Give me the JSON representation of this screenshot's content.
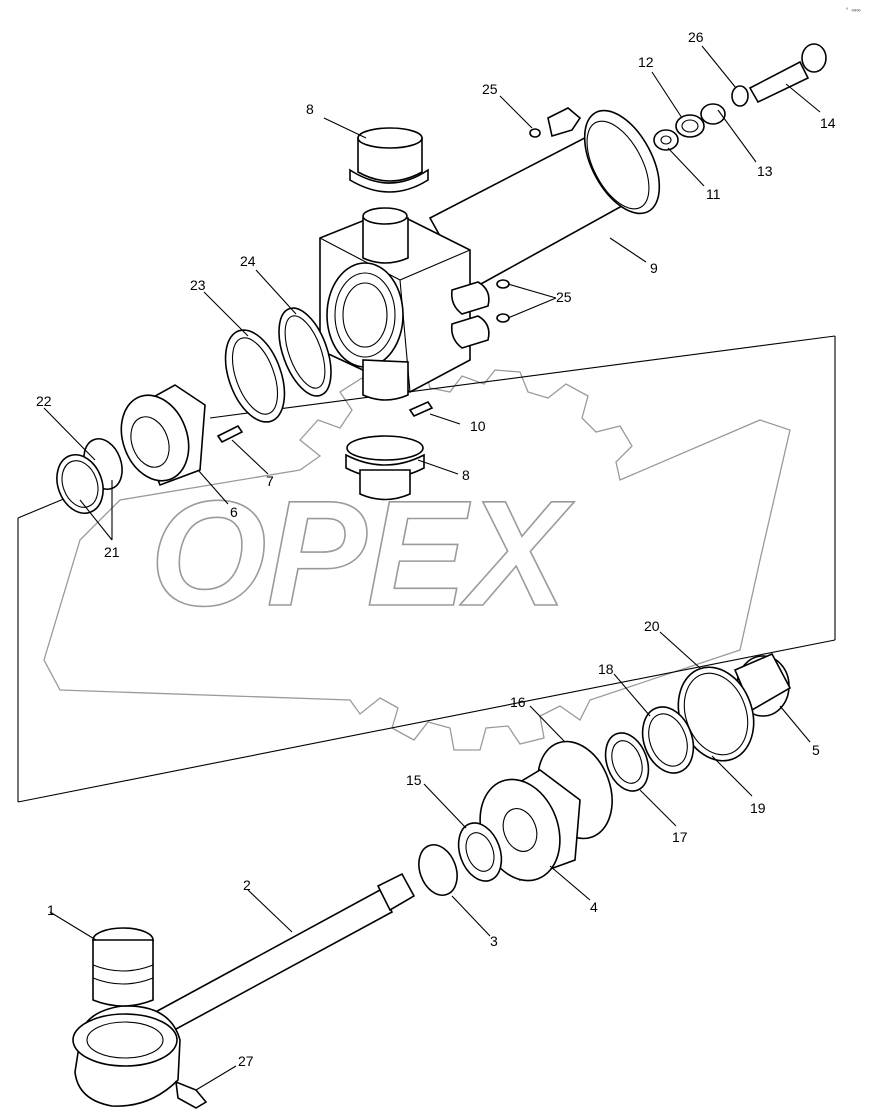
{
  "watermark": {
    "text": "OPEX"
  },
  "corner_mark": "° ·∞∞",
  "labels": [
    {
      "id": "l1",
      "text": "1"
    },
    {
      "id": "l2",
      "text": "2"
    },
    {
      "id": "l3",
      "text": "3"
    },
    {
      "id": "l4",
      "text": "4"
    },
    {
      "id": "l5",
      "text": "5"
    },
    {
      "id": "l6",
      "text": "6"
    },
    {
      "id": "l7",
      "text": "7"
    },
    {
      "id": "l8a",
      "text": "8"
    },
    {
      "id": "l8b",
      "text": "8"
    },
    {
      "id": "l9",
      "text": "9"
    },
    {
      "id": "l10",
      "text": "10"
    },
    {
      "id": "l11",
      "text": "11"
    },
    {
      "id": "l12",
      "text": "12"
    },
    {
      "id": "l13",
      "text": "13"
    },
    {
      "id": "l14",
      "text": "14"
    },
    {
      "id": "l15",
      "text": "15"
    },
    {
      "id": "l16",
      "text": "16"
    },
    {
      "id": "l17",
      "text": "17"
    },
    {
      "id": "l18",
      "text": "18"
    },
    {
      "id": "l19",
      "text": "19"
    },
    {
      "id": "l20",
      "text": "20"
    },
    {
      "id": "l21",
      "text": "21"
    },
    {
      "id": "l22",
      "text": "22"
    },
    {
      "id": "l23",
      "text": "23"
    },
    {
      "id": "l24",
      "text": "24"
    },
    {
      "id": "l25a",
      "text": "25"
    },
    {
      "id": "l25b",
      "text": "25"
    },
    {
      "id": "l26",
      "text": "26"
    },
    {
      "id": "l27",
      "text": "27"
    }
  ]
}
